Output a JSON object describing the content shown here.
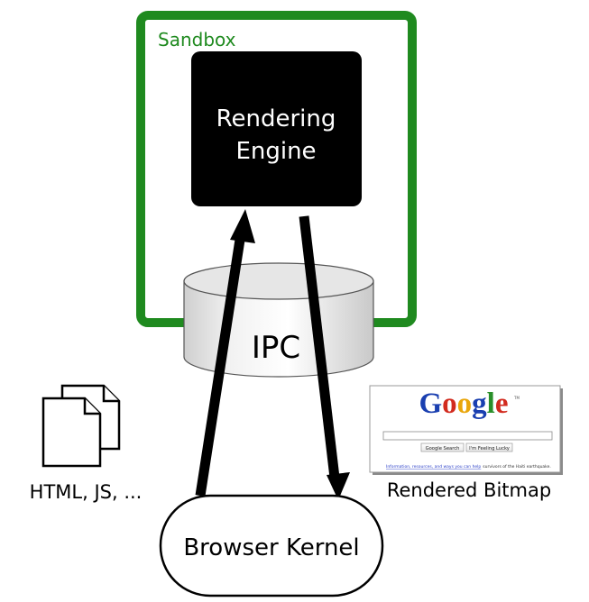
{
  "diagram": {
    "sandbox_label": "Sandbox",
    "rendering_engine_line1": "Rendering",
    "rendering_engine_line2": "Engine",
    "ipc_label": "IPC",
    "documents_label": "HTML, JS, ...",
    "bitmap_label": "Rendered Bitmap",
    "browser_kernel_label": "Browser Kernel"
  },
  "bitmap": {
    "logo_letters": [
      "G",
      "o",
      "o",
      "g",
      "l",
      "e"
    ],
    "logo_colors": [
      "#1a3fb0",
      "#d22b1f",
      "#e9a60b",
      "#1a3fb0",
      "#2a8f2a",
      "#d22b1f"
    ],
    "search_button": "Google Search",
    "lucky_button": "I'm Feeling Lucky",
    "footer_link": "Information, resources, and ways you can help",
    "footer_text": "survivors of the Haiti earthquake."
  },
  "colors": {
    "sandbox": "#1f8a1f",
    "engine": "#000000",
    "arrow": "#000000",
    "ipc_fill": "#eeeeee"
  }
}
